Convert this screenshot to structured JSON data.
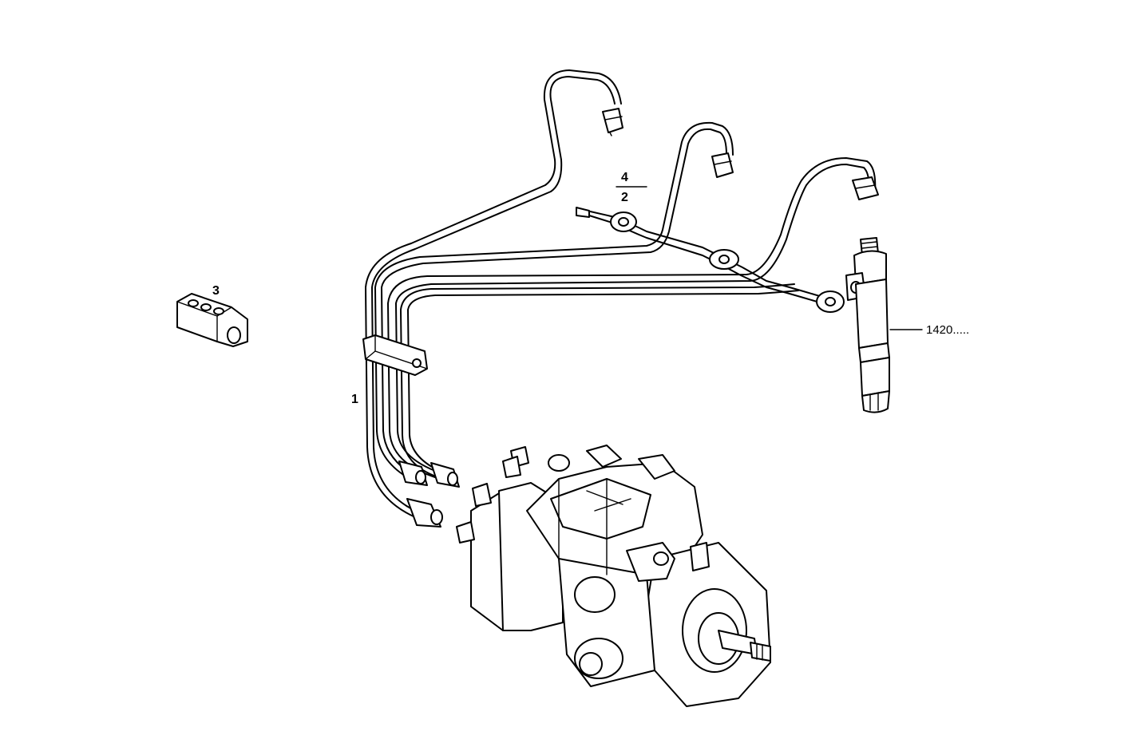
{
  "diagram": {
    "callouts": {
      "pipe_set": "1",
      "clamp": "3",
      "return_line_qty": "4",
      "return_line_ref": "2",
      "injector": "1420....."
    }
  }
}
